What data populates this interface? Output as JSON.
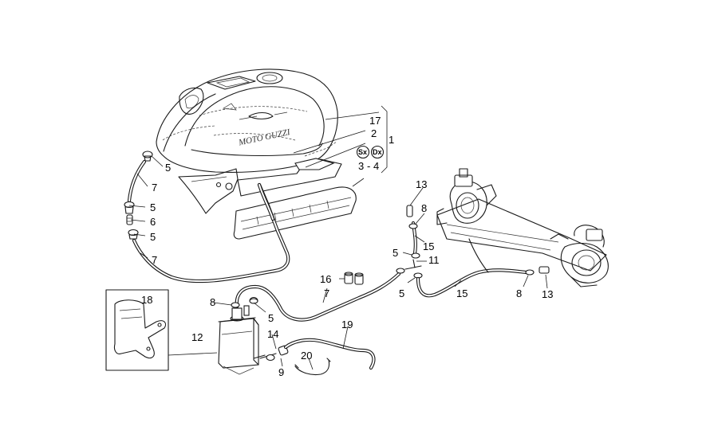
{
  "brand": {
    "logo_text": "MOTO GUZZI"
  },
  "callouts": [
    {
      "id": "c17",
      "text": "17"
    },
    {
      "id": "c2",
      "text": "2"
    },
    {
      "id": "c1",
      "text": "1"
    },
    {
      "id": "c3",
      "text": "3"
    },
    {
      "id": "c4",
      "text": "4"
    },
    {
      "id": "cdash",
      "text": "-"
    },
    {
      "id": "c5a",
      "text": "5"
    },
    {
      "id": "c7a",
      "text": "7"
    },
    {
      "id": "c5b",
      "text": "5"
    },
    {
      "id": "c6",
      "text": "6"
    },
    {
      "id": "c5c",
      "text": "5"
    },
    {
      "id": "c7b",
      "text": "7"
    },
    {
      "id": "c18",
      "text": "18"
    },
    {
      "id": "c12",
      "text": "12"
    },
    {
      "id": "c8a",
      "text": "8"
    },
    {
      "id": "c5d",
      "text": "5"
    },
    {
      "id": "c16",
      "text": "16"
    },
    {
      "id": "c7c",
      "text": "7"
    },
    {
      "id": "c14",
      "text": "14"
    },
    {
      "id": "c9",
      "text": "9"
    },
    {
      "id": "c20",
      "text": "20"
    },
    {
      "id": "c19",
      "text": "19"
    },
    {
      "id": "c13a",
      "text": "13"
    },
    {
      "id": "c8b",
      "text": "8"
    },
    {
      "id": "c15a",
      "text": "15"
    },
    {
      "id": "c5e",
      "text": "5"
    },
    {
      "id": "c11",
      "text": "11"
    },
    {
      "id": "c5f",
      "text": "5"
    },
    {
      "id": "c15b",
      "text": "15"
    },
    {
      "id": "c8c",
      "text": "8"
    },
    {
      "id": "c13b",
      "text": "13"
    }
  ],
  "badges": {
    "left": "Sx",
    "right": "Dx"
  }
}
